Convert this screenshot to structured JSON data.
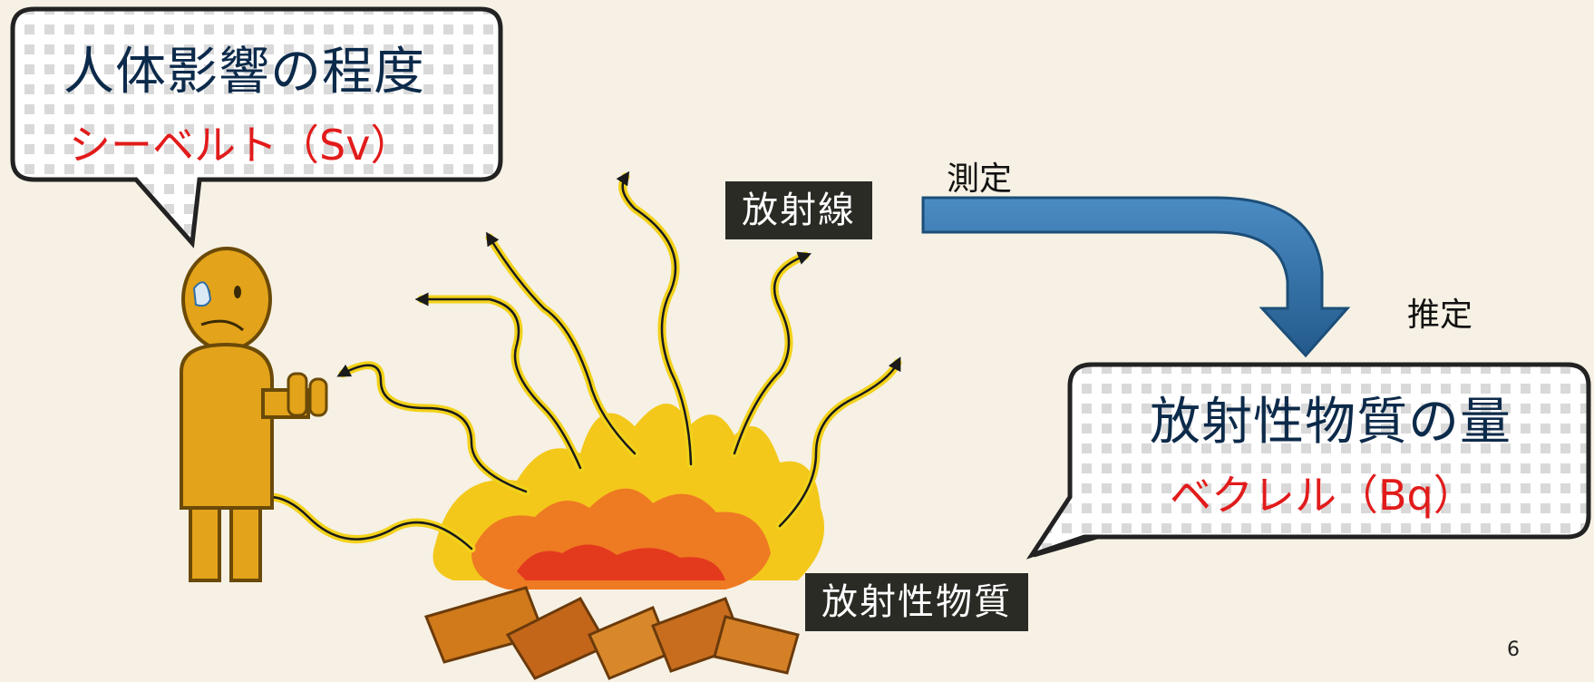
{
  "bubble_left": {
    "title": "人体影響の程度",
    "unit": "シーベルト（Sv）"
  },
  "bubble_right": {
    "title": "放射性物質の量",
    "unit": "ベクレル（Bq）"
  },
  "labels": {
    "radiation": "放射線",
    "radioactive_material": "放射性物質",
    "measure": "測定",
    "estimate": "推定"
  },
  "page_number": "6",
  "colors": {
    "background": "#f6f1e4",
    "title_text": "#0c2a4a",
    "unit_text": "#e21b1b",
    "label_bg": "#2b2b26",
    "arrow": "#2f6fa8",
    "person": "#e3a31a",
    "wave": "#f2d21b"
  }
}
